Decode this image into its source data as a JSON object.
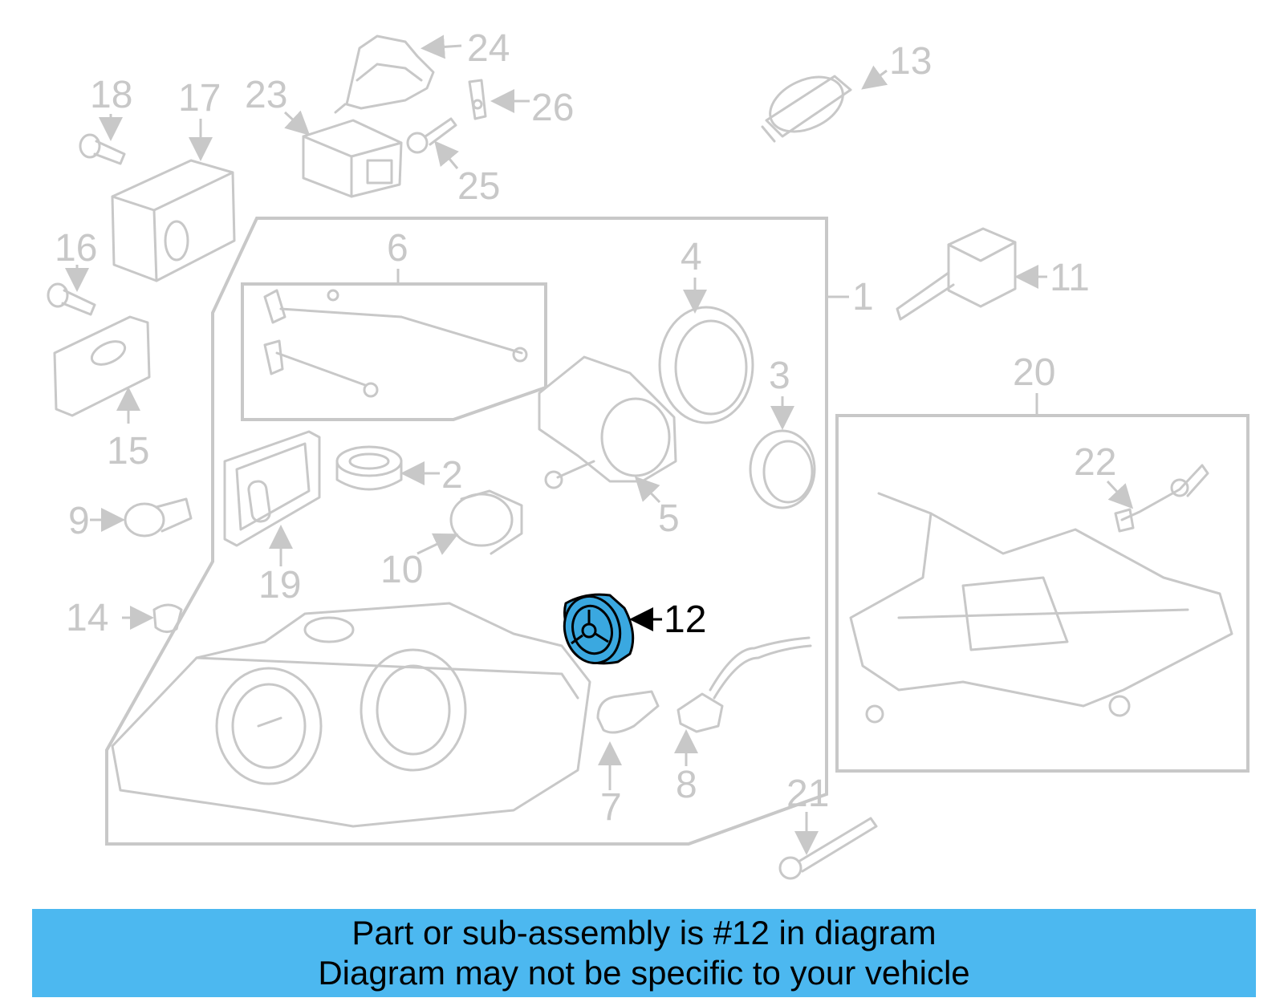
{
  "diagram": {
    "highlighted_part": "12",
    "highlight_color": "#3aa8e0",
    "callouts": [
      "1",
      "2",
      "3",
      "4",
      "5",
      "6",
      "7",
      "8",
      "9",
      "10",
      "11",
      "12",
      "13",
      "14",
      "15",
      "16",
      "17",
      "18",
      "19",
      "20",
      "21",
      "22",
      "23",
      "24",
      "25",
      "26"
    ]
  },
  "banner": {
    "line1": "Part or sub-assembly is #12 in diagram",
    "line2": "Diagram may not be specific to your vehicle",
    "background": "#4cb8f0"
  }
}
